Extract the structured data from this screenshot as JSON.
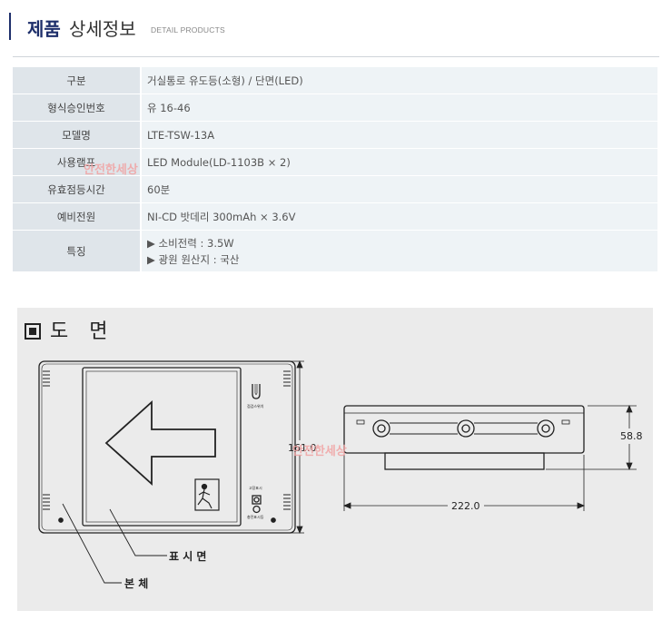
{
  "header": {
    "title_bold": "제품",
    "title_rest": "상세정보",
    "subtitle": "DETAIL PRODUCTS"
  },
  "specs": [
    {
      "label": "구분",
      "value": "거실통로 유도등(소형) / 단면(LED)"
    },
    {
      "label": "형식승인번호",
      "value": "유 16-46"
    },
    {
      "label": "모델명",
      "value": "LTE-TSW-13A"
    },
    {
      "label": "사용램프",
      "value": "LED Module(LD-1103B × 2)"
    },
    {
      "label": "유효점등시간",
      "value": "60분"
    },
    {
      "label": "예비전원",
      "value": "NI-CD  밧데리 300mAh × 3.6V"
    }
  ],
  "features": {
    "label": "특징",
    "items": [
      "▶ 소비전력 : 3.5W",
      "▶ 광원 원산지 : 국산"
    ]
  },
  "drawing": {
    "title": "도 면",
    "dim_height": "161.0",
    "dim_width": "222.0",
    "dim_depth": "58.8",
    "label_face": "표 시 면",
    "label_body": "본 체",
    "tiny_label_1": "점검스위치",
    "tiny_label_2": "고장표시",
    "tiny_label_3": "충전표시등"
  },
  "watermark": "안전한세상"
}
